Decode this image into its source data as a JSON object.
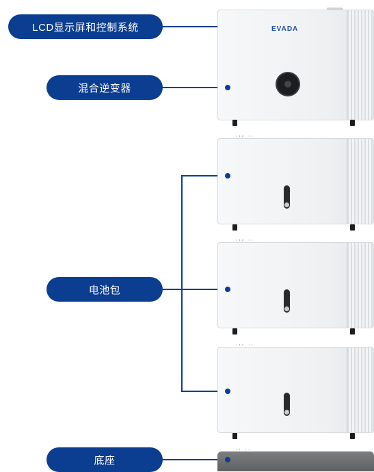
{
  "labels": {
    "lcd": "LCD显示屏和控制系统",
    "inverter": "混合逆变器",
    "battery": "电池包",
    "base": "底座"
  },
  "brand": "EVADA",
  "colors": {
    "accent": "#0b3d91",
    "cabinet": "#f2f3f4",
    "base": "#6e7072"
  },
  "icons": {
    "lcd_screen": "round-display-icon",
    "handle": "handle-icon"
  },
  "components": [
    "inverter",
    "battery-1",
    "battery-2",
    "battery-3",
    "base"
  ]
}
